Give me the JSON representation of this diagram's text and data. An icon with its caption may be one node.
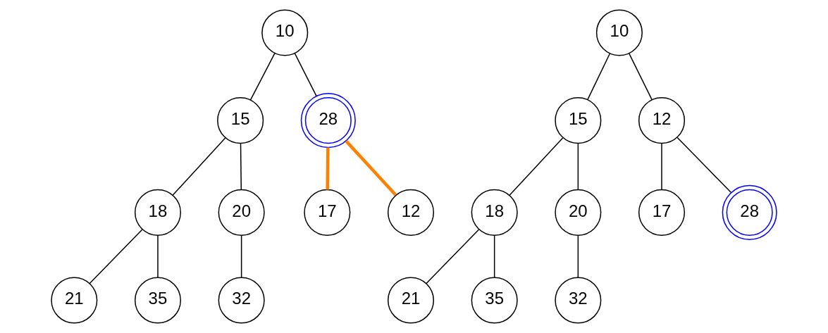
{
  "diagram": {
    "nodes": [
      {
        "text": [
          "10"
        ]
      },
      {
        "text": [
          "15"
        ]
      },
      {
        "text": [
          "28"
        ]
      },
      {
        "text": [
          "18"
        ]
      },
      {
        "text": [
          "20"
        ]
      },
      {
        "text": [
          "17"
        ]
      },
      {
        "text": [
          "12"
        ]
      },
      {
        "text": [
          "21"
        ]
      },
      {
        "text": [
          "35"
        ]
      },
      {
        "text": [
          "32"
        ]
      },
      {
        "text": [
          "10"
        ]
      },
      {
        "text": [
          "15"
        ]
      },
      {
        "text": [
          "12"
        ]
      },
      {
        "text": [
          "18"
        ]
      },
      {
        "text": [
          "20"
        ]
      },
      {
        "text": [
          "17"
        ]
      },
      {
        "text": [
          "28"
        ]
      },
      {
        "text": [
          "21"
        ]
      },
      {
        "text": [
          "35"
        ]
      },
      {
        "text": [
          "32"
        ]
      }
    ],
    "edges": [
      {
        "from": 0,
        "to": 1,
        "arrow": "none"
      },
      {
        "from": 0,
        "to": 2,
        "arrow": "none"
      },
      {
        "from": 1,
        "to": 3,
        "arrow": "none"
      },
      {
        "from": 1,
        "to": 4,
        "arrow": "none"
      },
      {
        "from": 2,
        "to": 5,
        "arrow": "none",
        "style": "thick",
        "color": "#ff7f00"
      },
      {
        "from": 2,
        "to": 6,
        "arrow": "none",
        "style": "thick",
        "color": "#ff7f00"
      },
      {
        "from": 3,
        "to": 7,
        "arrow": "none"
      },
      {
        "from": 3,
        "to": 8,
        "arrow": "none"
      },
      {
        "from": 4,
        "to": 9,
        "arrow": "none"
      },
      {
        "from": 10,
        "to": 11,
        "arrow": "none"
      },
      {
        "from": 10,
        "to": 12,
        "arrow": "none"
      },
      {
        "from": 11,
        "to": 13,
        "arrow": "none"
      },
      {
        "from": 11,
        "to": 14,
        "arrow": "none"
      },
      {
        "from": 12,
        "to": 15,
        "arrow": "none"
      },
      {
        "from": 12,
        "to": 16,
        "arrow": "none"
      },
      {
        "from": 13,
        "to": 17,
        "arrow": "none"
      },
      {
        "from": 13,
        "to": 18,
        "arrow": "none"
      },
      {
        "from": 14,
        "to": 19,
        "arrow": "none"
      }
    ]
  }
}
